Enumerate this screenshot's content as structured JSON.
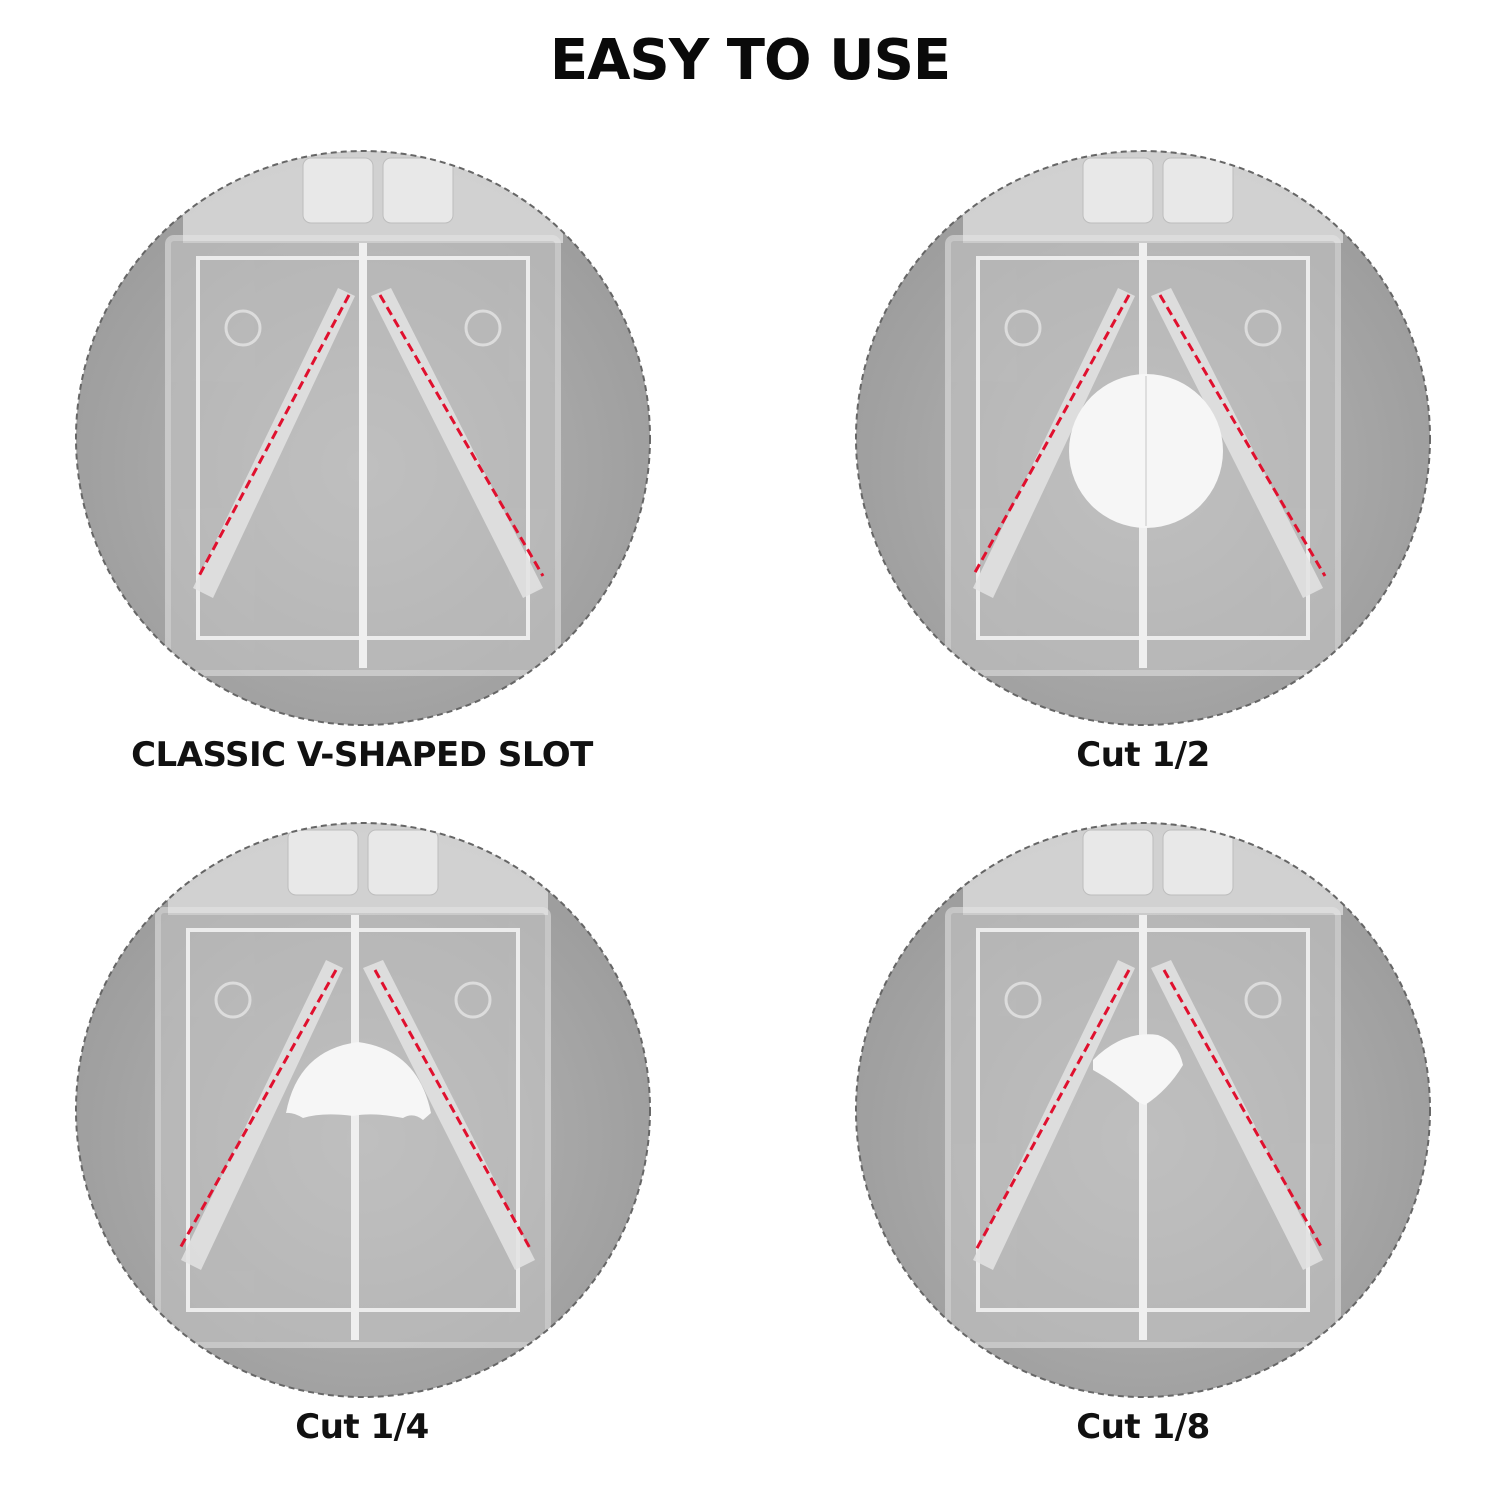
{
  "title": "EASY TO USE",
  "panels": [
    {
      "caption": "CLASSIC V-SHAPED SLOT",
      "pill": "none"
    },
    {
      "caption": "Cut 1/2",
      "pill": "whole"
    },
    {
      "caption": "Cut 1/4",
      "pill": "half"
    },
    {
      "caption": "Cut 1/8",
      "pill": "quarter"
    }
  ],
  "colors": {
    "backdrop": "#a9a9a9",
    "guide_line": "#e0102e",
    "pill": "#f6f6f6",
    "border": "#666666"
  }
}
